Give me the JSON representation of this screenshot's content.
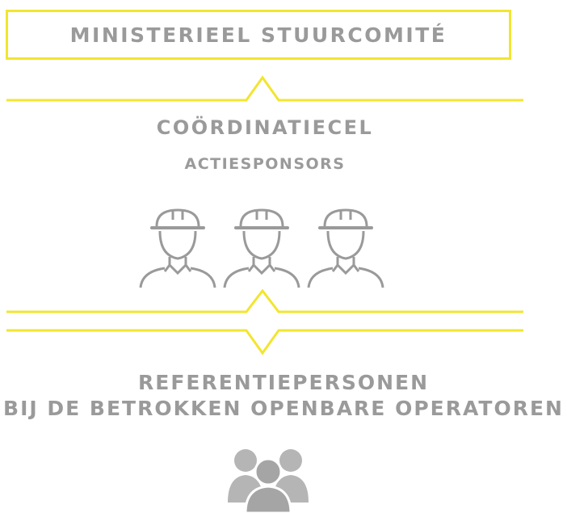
{
  "diagram": {
    "top_box": {
      "title": "MINISTERIEEL STUURCOMITÉ"
    },
    "middle": {
      "title": "COÖRDINATIECEL",
      "subtitle": "ACTIESPONSORS",
      "icon": "construction-worker-icon",
      "worker_count": 3
    },
    "bottom": {
      "title_line1": "REFERENTIEPERSONEN",
      "title_line2": "BIJ DE BETROKKEN OPENBARE OPERATOREN",
      "icon": "people-group-icon"
    },
    "colors": {
      "accent_yellow": "#f2e530",
      "text_gray": "#9a9a9a",
      "icon_gray": "#b5b5b5"
    }
  }
}
